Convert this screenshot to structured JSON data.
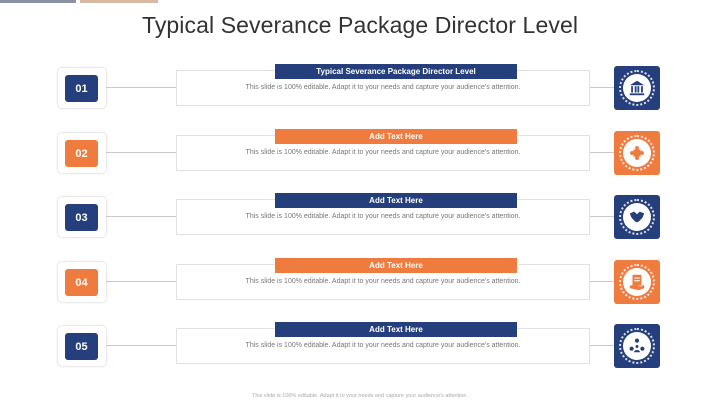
{
  "slide": {
    "title": "Typical Severance Package Director Level",
    "footer": "This slide is 100% editable. Adapt it to your needs and capture your audience's attention."
  },
  "colors": {
    "blue": "#253f7d",
    "orange": "#f07b3f"
  },
  "rows": [
    {
      "number": "01",
      "heading": "Typical Severance Package Director Level",
      "text": "This slide is 100% editable.  Adapt it to your needs and capture your audience's attention.",
      "color": "#253f7d",
      "icon": "bank-icon"
    },
    {
      "number": "02",
      "heading": "Add Text Here",
      "text": "This slide is 100% editable.  Adapt it to your needs and capture your audience's attention.",
      "color": "#f07b3f",
      "icon": "puzzle-icon"
    },
    {
      "number": "03",
      "heading": "Add Text Here",
      "text": "This slide is 100% editable.  Adapt it to your needs and capture your audience's attention.",
      "color": "#253f7d",
      "icon": "handshake-icon"
    },
    {
      "number": "04",
      "heading": "Add Text Here",
      "text": "This slide is 100% editable.  Adapt it to your needs and capture your audience's attention.",
      "color": "#f07b3f",
      "icon": "document-hand-icon"
    },
    {
      "number": "05",
      "heading": "Add Text Here",
      "text": "This slide is 100% editable.  Adapt it to your needs and capture your audience's attention.",
      "color": "#253f7d",
      "icon": "people-network-icon"
    }
  ]
}
